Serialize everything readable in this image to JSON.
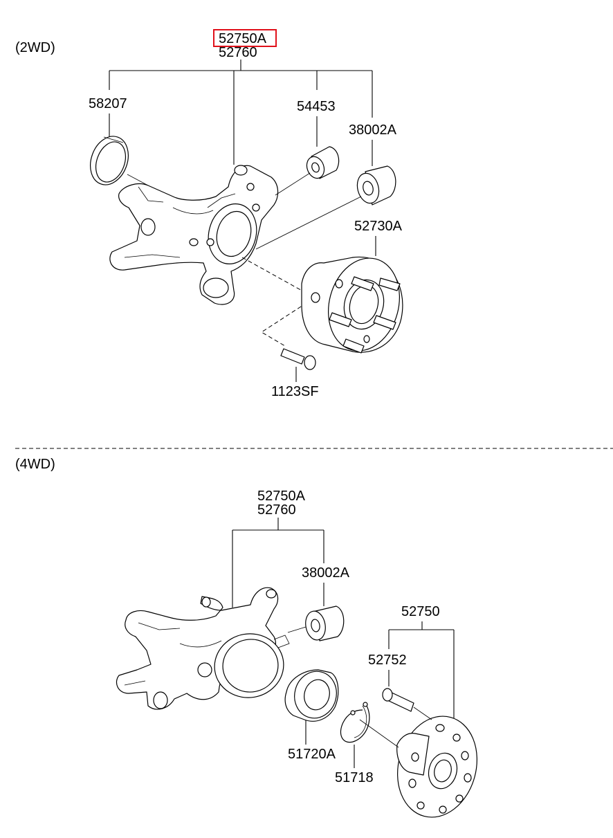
{
  "sections": {
    "two_wd": "(2WD)",
    "four_wd": "(4WD)"
  },
  "labels_2wd": {
    "assy_highlight": "52750A",
    "assy": "52760",
    "dust_cover": "58207",
    "bushing_a": "54453",
    "bushing_b": "38002A",
    "hub": "52730A",
    "bolt": "1123SF"
  },
  "labels_4wd": {
    "assy_a": "52750A",
    "assy_b": "52760",
    "bushing": "38002A",
    "hub_assy": "52750",
    "stud": "52752",
    "bearing": "51720A",
    "snap_ring": "51718"
  },
  "colors": {
    "line": "#000000",
    "highlight": "#e0101a"
  }
}
